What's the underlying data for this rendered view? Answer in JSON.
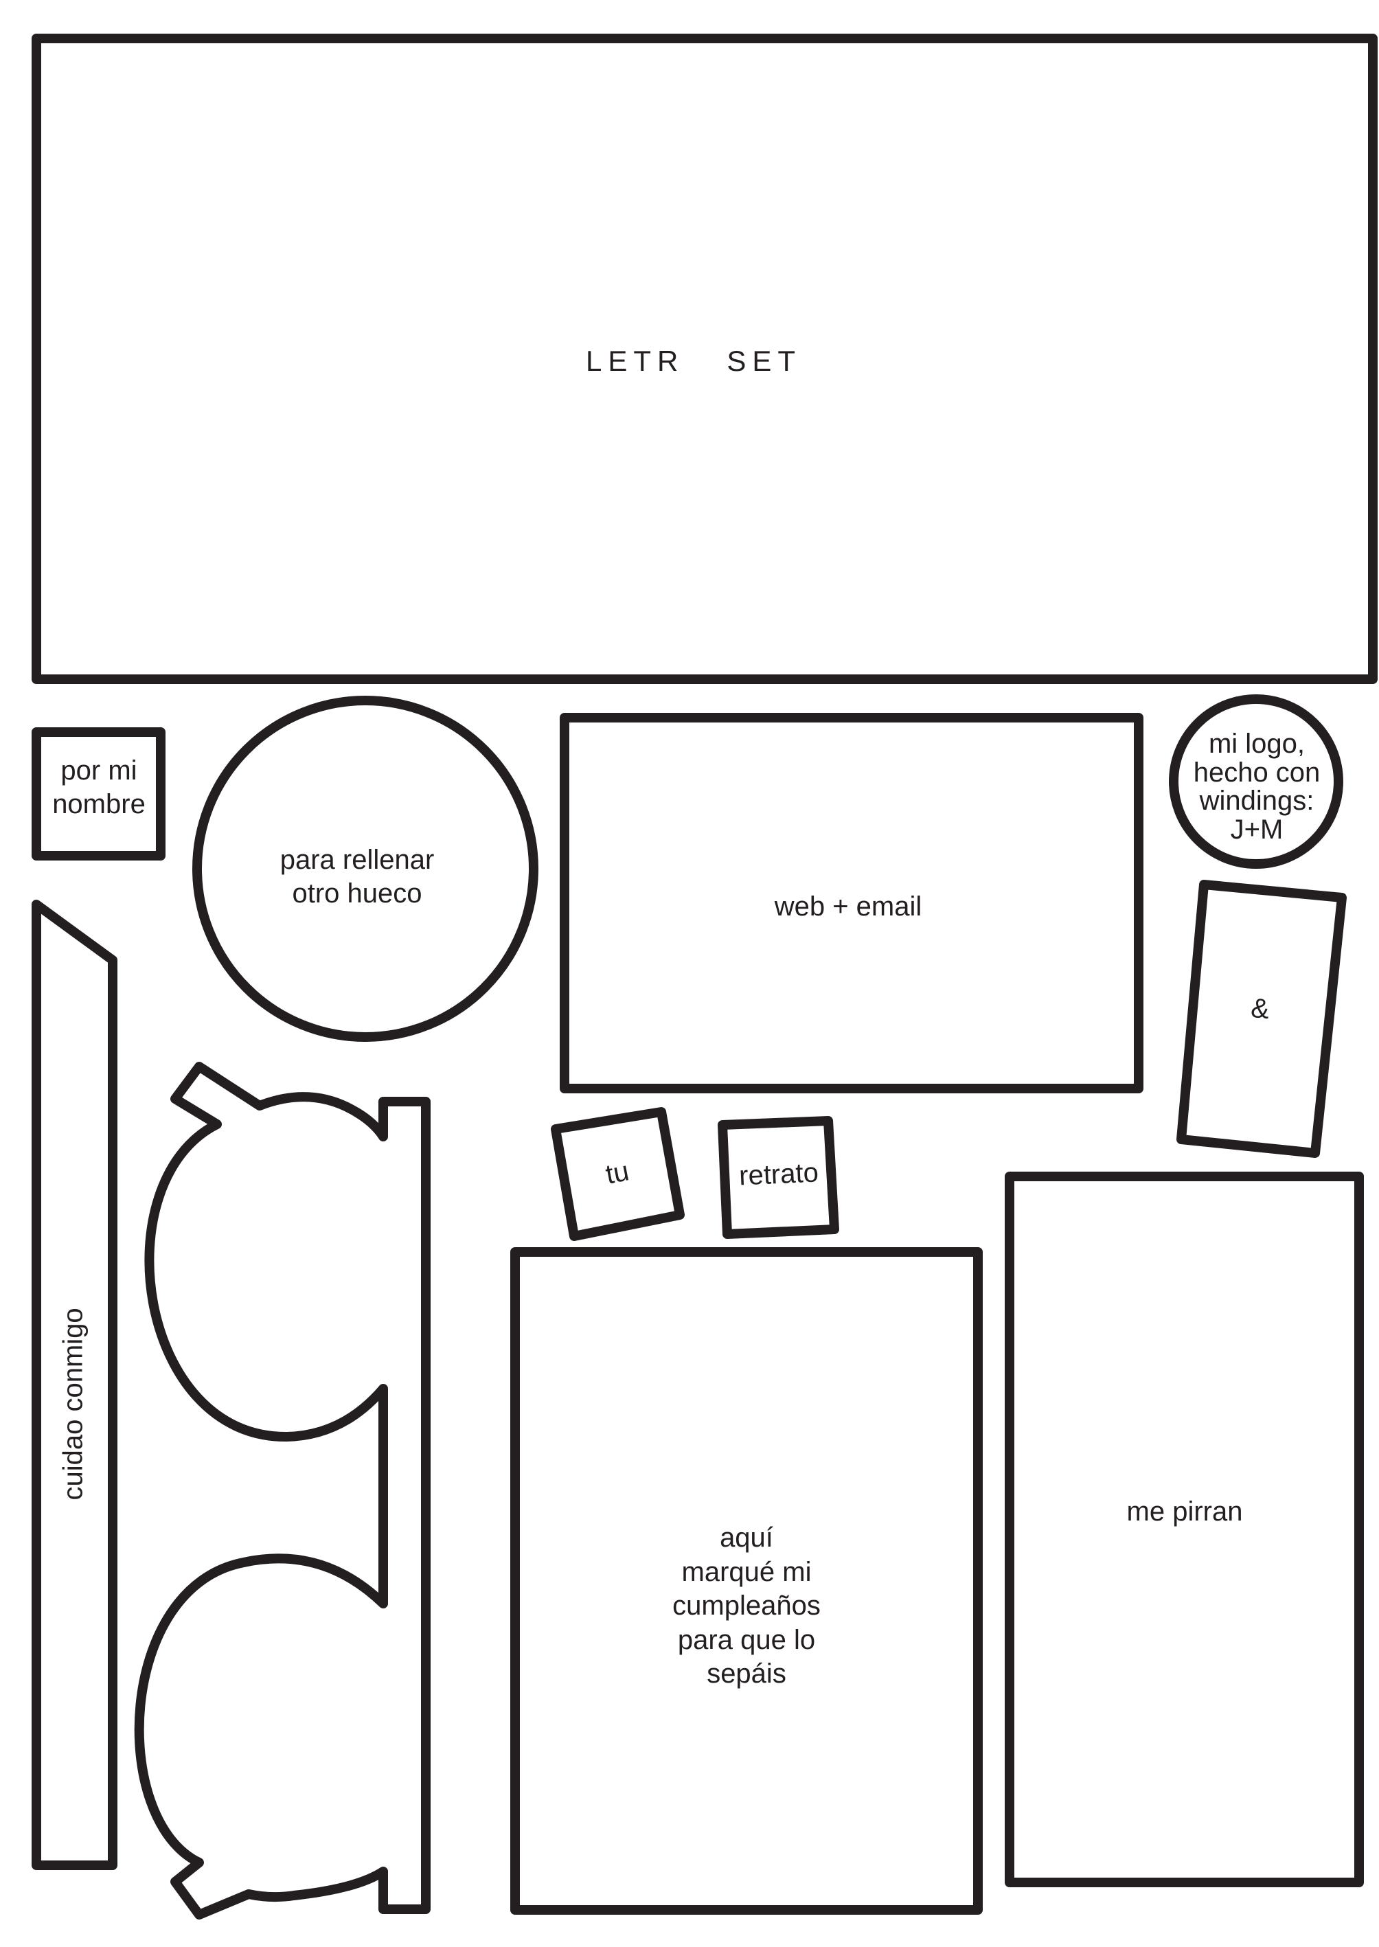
{
  "colors": {
    "ink": "#231f20",
    "paper": "#ffffff"
  },
  "labels": {
    "banner": "LETR   SET",
    "name_box": "por mi\nnombre",
    "circle": "para rellenar\notro hueco",
    "web_box": "web + email",
    "logo_circle": "mi logo,\nhecho con\nwindings:\nJ+M",
    "ampersand": "&",
    "strip": "cuidao conmigo",
    "tu_box": "tu",
    "portrait_box": "retrato",
    "birthday_box": "aquí\nmarqué mi\ncumpleaños\npara que lo\nsepáis",
    "favorites_box": "me pirran"
  }
}
